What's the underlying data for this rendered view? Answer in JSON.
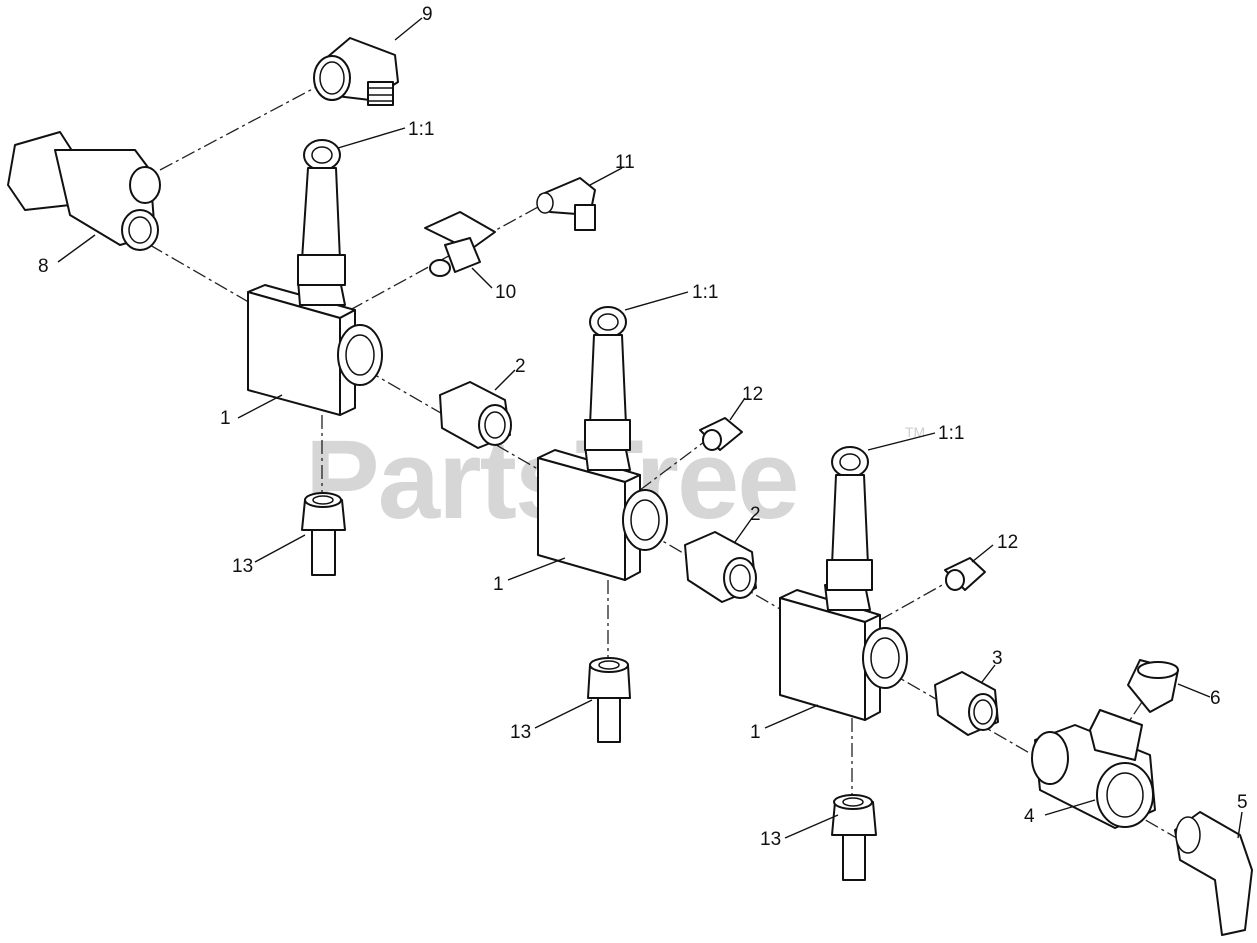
{
  "watermark": {
    "text": "PartsTree",
    "tm": "TM"
  },
  "callouts": {
    "c1a": "1",
    "c1b": "1",
    "c1c": "1",
    "c11a": "1:1",
    "c11b": "1:1",
    "c11c": "1:1",
    "c2a": "2",
    "c2b": "2",
    "c3": "3",
    "c4": "4",
    "c5": "5",
    "c6": "6",
    "c8": "8",
    "c9": "9",
    "c10": "10",
    "c11": "11",
    "c12a": "12",
    "c12b": "12",
    "c13a": "13",
    "c13b": "13",
    "c13c": "13"
  }
}
